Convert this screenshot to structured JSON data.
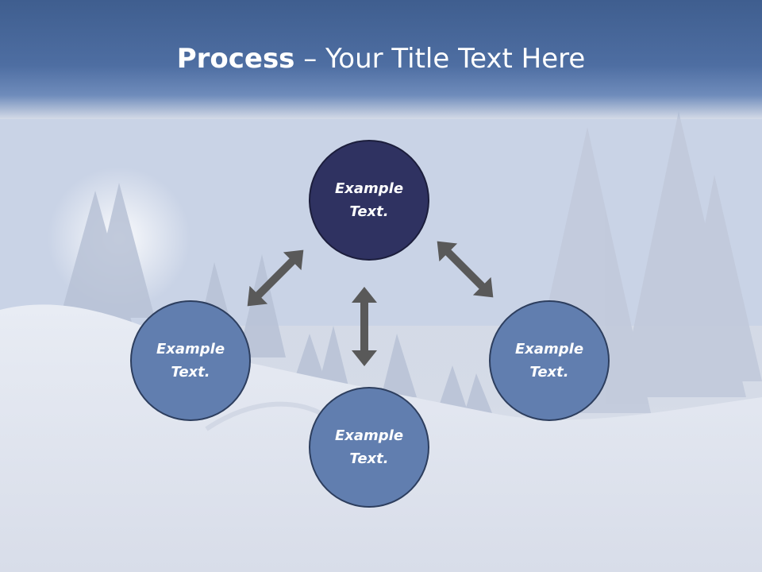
{
  "slide": {
    "title_bold": "Process",
    "title_rest": " – Your Title Text Here"
  },
  "nodes": {
    "top": "Example Text.",
    "left": "Example Text.",
    "bottom": "Example Text.",
    "right": "Example Text."
  },
  "colors": {
    "title_band": "#4e6ea2",
    "center_node": "#2f3261",
    "outer_node": "#617eaf",
    "arrow": "#595959"
  }
}
